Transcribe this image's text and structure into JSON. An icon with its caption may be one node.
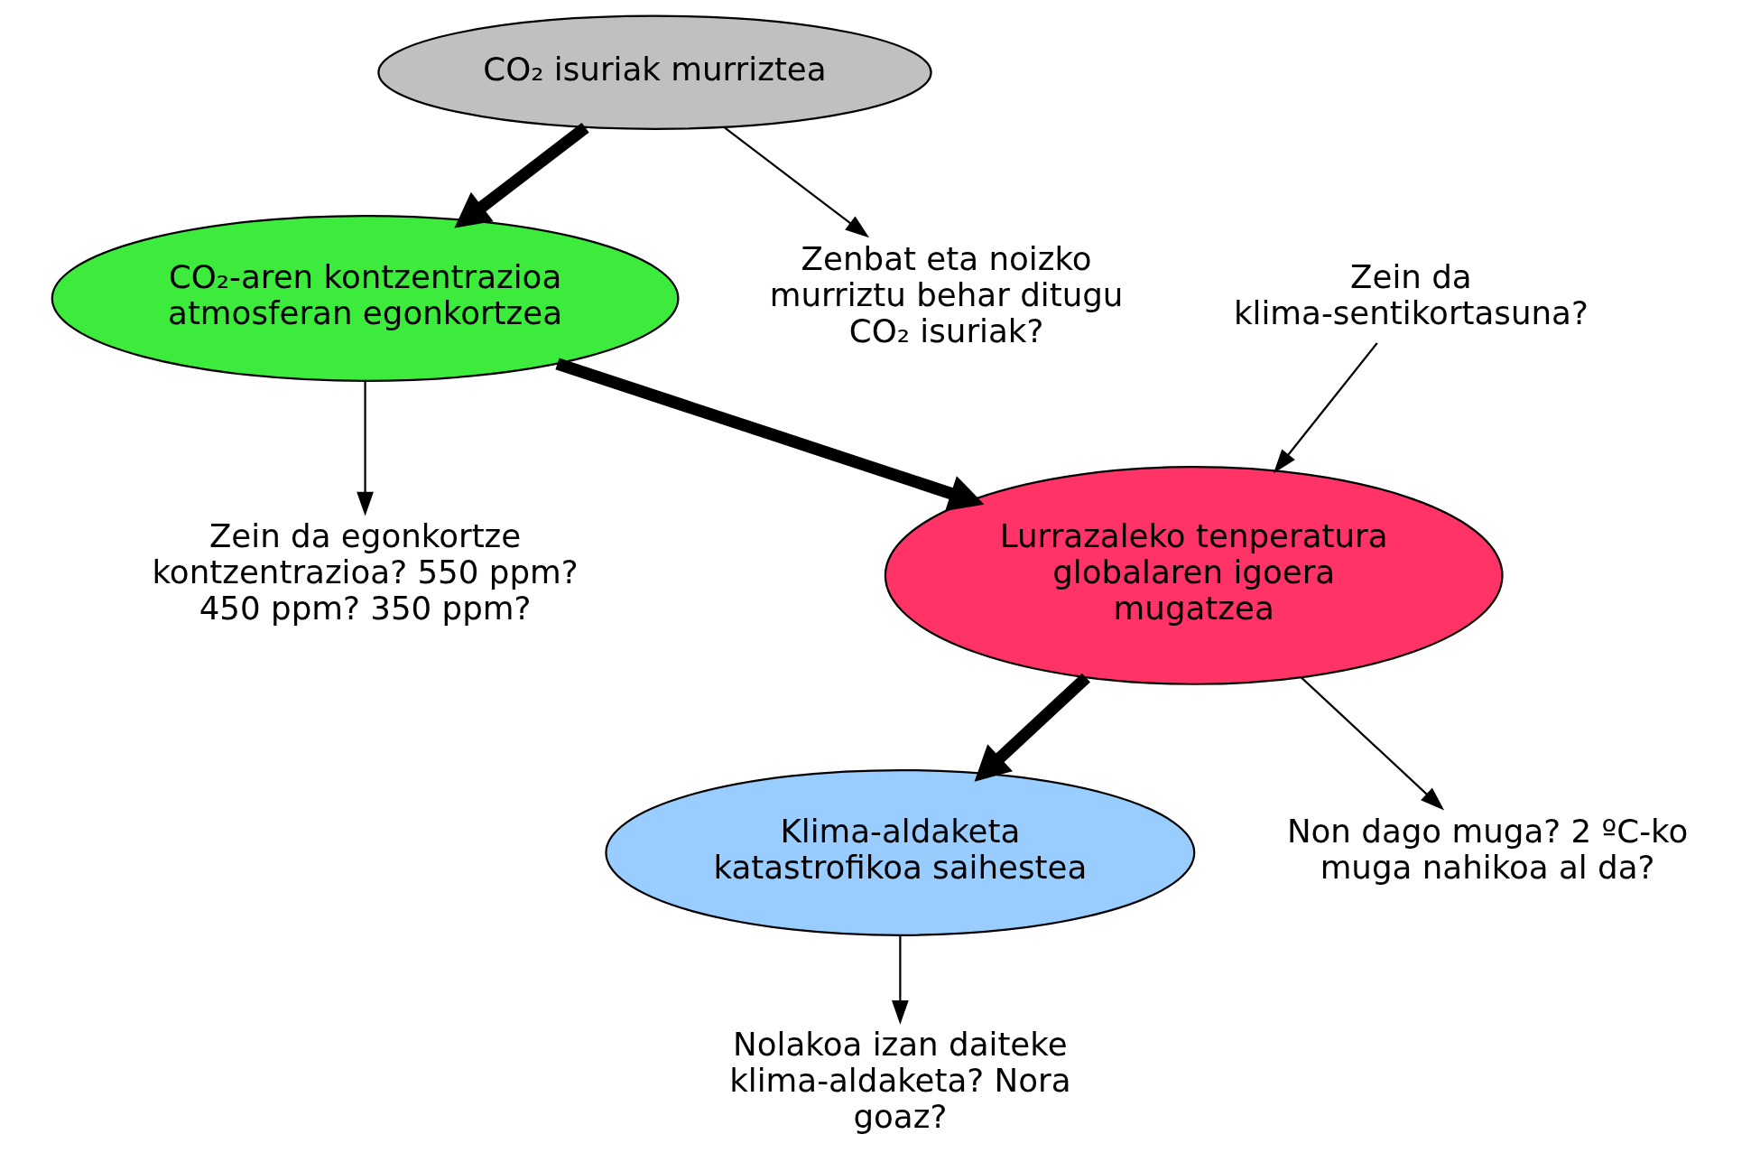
{
  "diagram": {
    "nodes": [
      {
        "text": [
          "Klima-aldaketa katastrofikoa saihestea"
        ]
      },
      {
        "text": [
          "Lurrazaleko tenperatura globalaren igoera mugatzea"
        ]
      },
      {
        "text": [
          "CO₂-aren kontzentrazioa atmosferan egonkortzea"
        ]
      },
      {
        "text": [
          "CO₂ isuriak murriztea"
        ]
      },
      {
        "text": [
          "Nolakoa izan daiteke klima-aldaketa? Nora goaz?"
        ]
      },
      {
        "text": [
          "Non dago muga? 2 ºC-ko muga nahikoa al da?"
        ]
      },
      {
        "text": [
          "Zein da klima-sentikortasuna?"
        ]
      },
      {
        "text": [
          "Zein da egonkortze kontzentrazioa? 550 ppm? 450 ppm? 350 ppm?"
        ]
      },
      {
        "text": [
          "Zenbat eta noizko murriztu behar ditugu CO₂ isuriak?"
        ]
      }
    ],
    "edges": [
      {
        "from": 1,
        "to": 0,
        "arrow": "to",
        "style": "thick"
      },
      {
        "from": 2,
        "to": 1,
        "arrow": "to",
        "style": "thick"
      },
      {
        "from": 3,
        "to": 2,
        "arrow": "to",
        "style": "thick"
      },
      {
        "from": 0,
        "to": 4,
        "arrow": "to"
      },
      {
        "from": 1,
        "to": 5,
        "arrow": "to"
      },
      {
        "from": 6,
        "to": 1,
        "arrow": "to"
      },
      {
        "from": 2,
        "to": 7,
        "arrow": "to"
      },
      {
        "from": 3,
        "to": 8,
        "arrow": "to"
      }
    ]
  }
}
